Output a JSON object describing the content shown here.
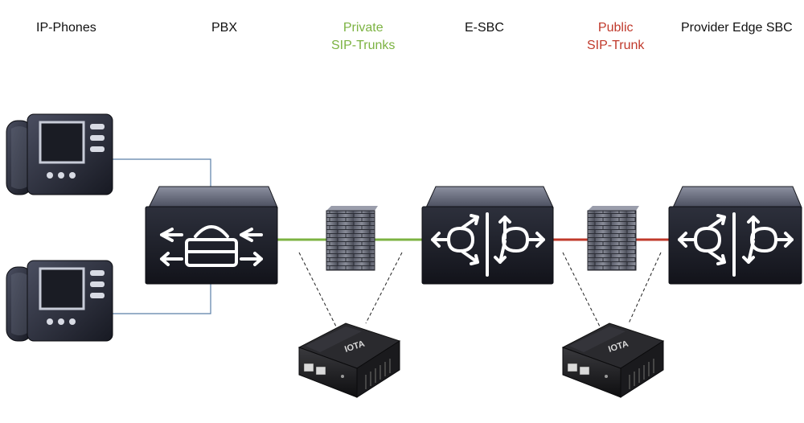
{
  "labels": {
    "ip_phones": "IP-Phones",
    "pbx": "PBX",
    "private_trunks": [
      "Private",
      "SIP-Trunks"
    ],
    "esbc": "E-SBC",
    "public_trunk": [
      "Public",
      "SIP-Trunk"
    ],
    "provider_sbc": "Provider Edge SBC"
  },
  "devices": {
    "monitor_brand": "IOTA"
  },
  "colors": {
    "private_link": "#7cb342",
    "public_link": "#c0392b",
    "phone_link": "#5b7fa8",
    "device_body": "#1b1d26",
    "label_private": "#7cb342",
    "label_public": "#c0392b"
  }
}
